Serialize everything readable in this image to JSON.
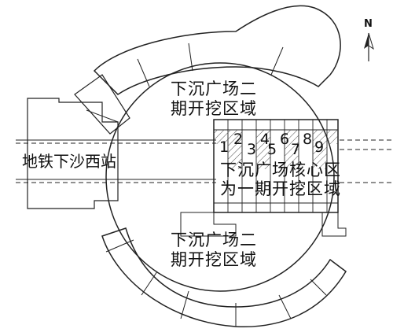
{
  "north_label": "N",
  "labels": {
    "zone_upper_line1": "下沉广场二",
    "zone_upper_line2": "期开挖区域",
    "zone_lower_line1": "下沉广场二",
    "zone_lower_line2": "期开挖区域",
    "core_line1": "下沉广场核心区",
    "core_line2": "为一期开挖区域",
    "station": "地铁下沙西站"
  },
  "pits": [
    {
      "label": "1"
    },
    {
      "label": "2"
    },
    {
      "label": "3"
    },
    {
      "label": "4"
    },
    {
      "label": "5"
    },
    {
      "label": "6"
    },
    {
      "label": "7"
    },
    {
      "label": "8"
    },
    {
      "label": "9"
    }
  ]
}
